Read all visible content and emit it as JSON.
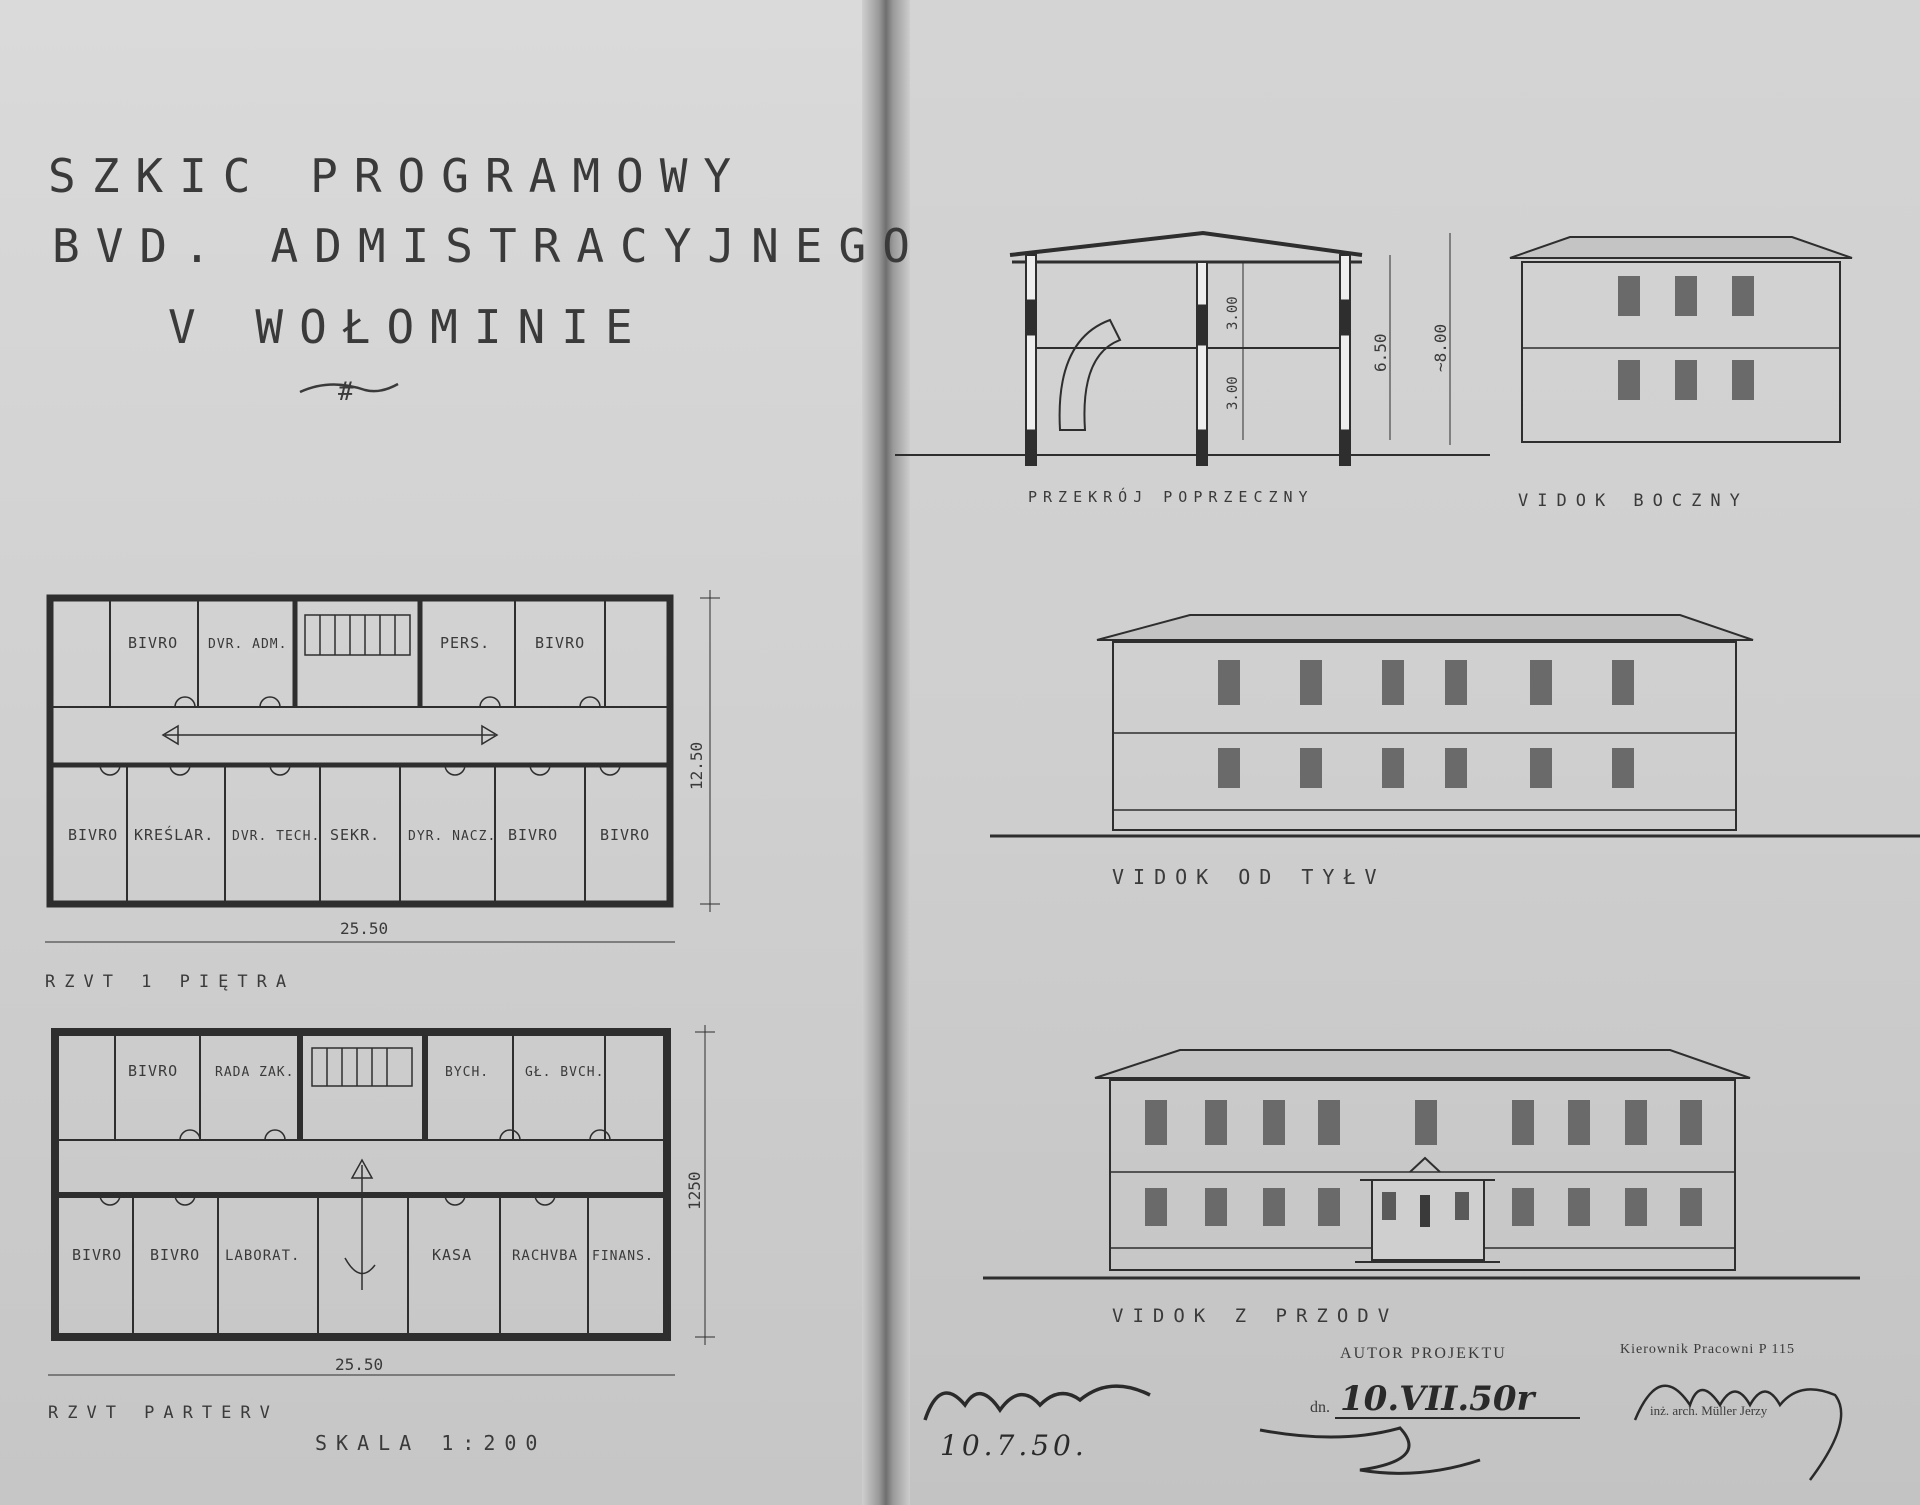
{
  "title": {
    "line1": "SZKIC PROGRAMOWY",
    "line2": "BVD. ADMISTRACYJNEGO",
    "line3": "V WOŁOMINIE",
    "mark": "#"
  },
  "plans": {
    "upper": {
      "caption": "RZVT 1 PIĘTRA",
      "top_rooms": [
        "BIVRO",
        "DVR. ADM.",
        "PERS.",
        "BIVRO"
      ],
      "bottom_rooms": [
        "BIVRO",
        "KREŚLAR.",
        "DVR. TECH.",
        "SEKR.",
        "DYR. NACZ.",
        "BIVRO",
        "BIVRO"
      ],
      "width_dim": "25.50",
      "depth_dim": "12.50"
    },
    "ground": {
      "caption": "RZVT PARTERV",
      "top_rooms": [
        "BIVRO",
        "RADA ZAK.",
        "BYCH.",
        "GŁ. BVCH."
      ],
      "bottom_rooms": [
        "BIVRO",
        "BIVRO",
        "LABORAT.",
        "KASA",
        "RACHVBA",
        "FINANS."
      ],
      "width_dim": "25.50",
      "depth_dim": "1250"
    },
    "scale": "SKALA 1:200"
  },
  "elevations": {
    "section": {
      "caption": "PRZEKRÓJ POPRZECZNY",
      "dims": [
        "3.00",
        "3.00",
        "6.50",
        "~8.00"
      ]
    },
    "side": {
      "caption": "VIDOK BOCZNY"
    },
    "rear": {
      "caption": "VIDOK OD TYŁV"
    },
    "front": {
      "caption": "VIDOK Z PRZODV"
    }
  },
  "stamp": {
    "author_label": "AUTOR PROJEKTU",
    "date_prefix": "dn.",
    "date": "10.VII.50r",
    "manager_label": "Kierownik Pracowni P 115",
    "manager_name": "inż. arch. Müller Jerzy",
    "left_sign_date": "10.7.50."
  },
  "colors": {
    "paper": "#d3d3d3",
    "ink": "#333333",
    "gutter": "#6f6f6f"
  }
}
